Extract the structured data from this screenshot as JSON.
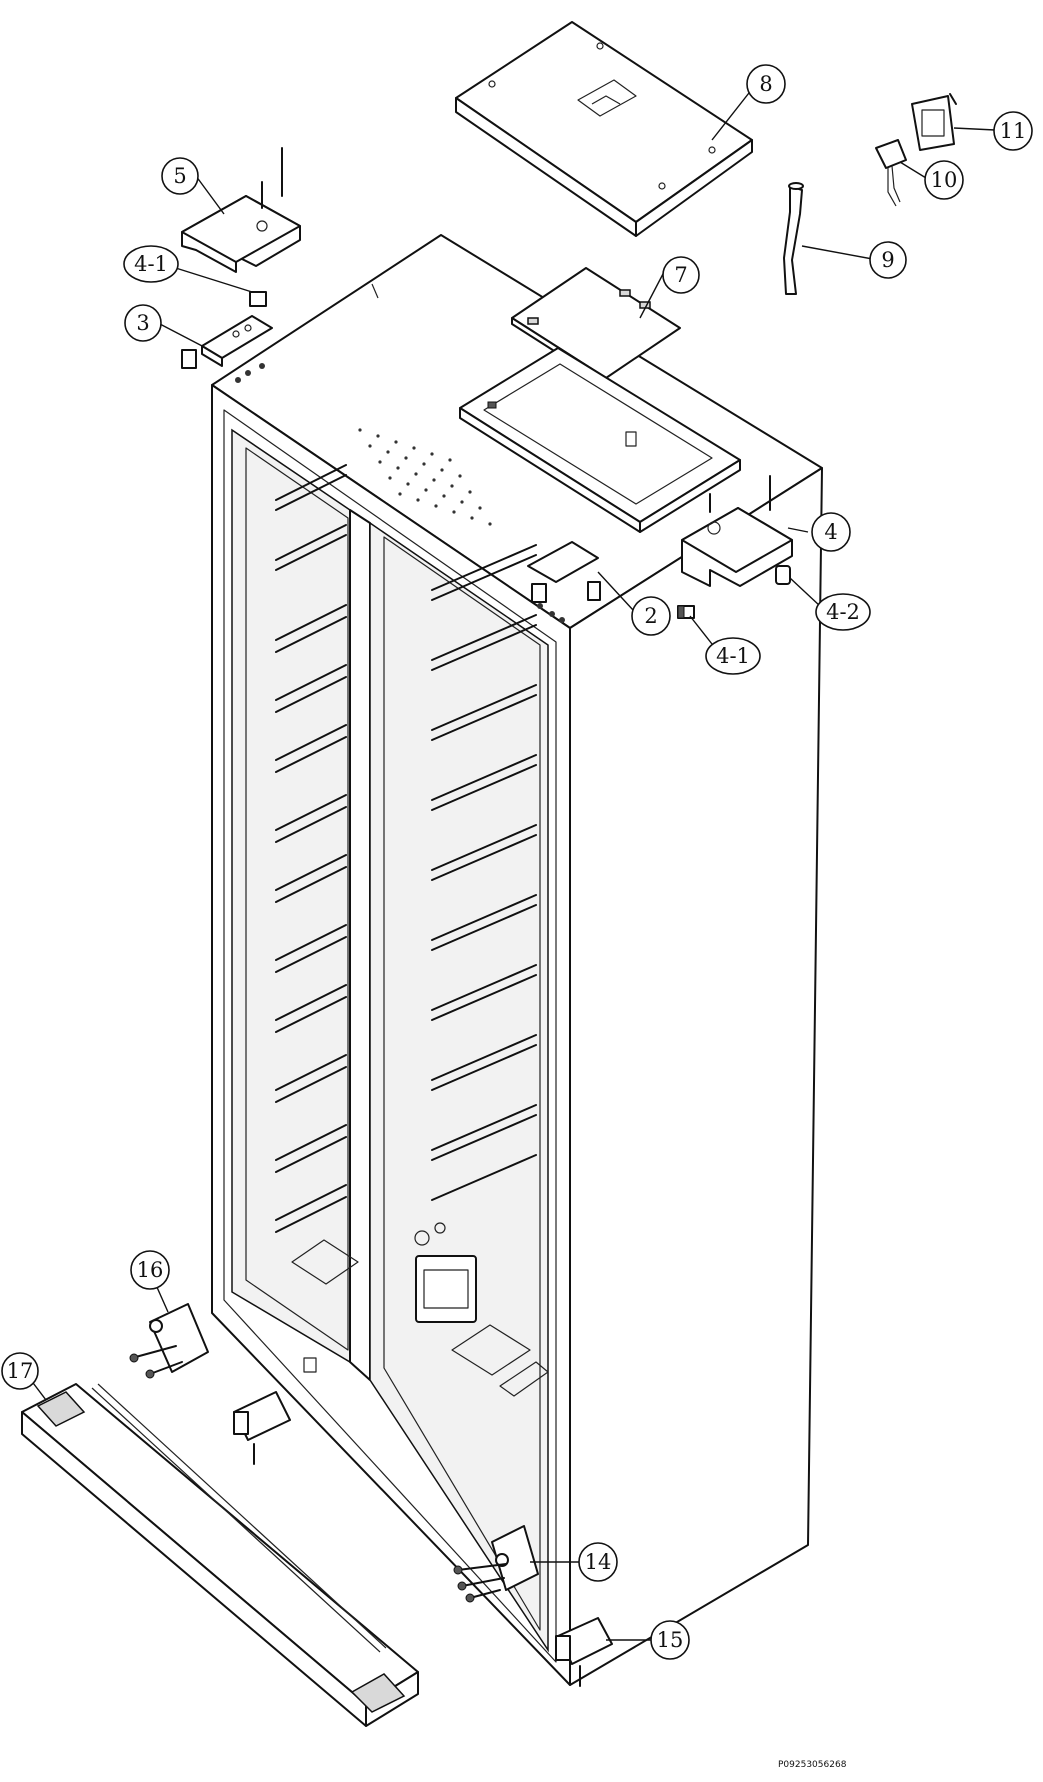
{
  "callouts": [
    {
      "id": "1",
      "label": "2"
    },
    {
      "id": "2",
      "label": "3"
    },
    {
      "id": "3",
      "label": "4"
    },
    {
      "id": "4",
      "label": "4-1"
    },
    {
      "id": "5",
      "label": "4-1"
    },
    {
      "id": "6",
      "label": "4-2"
    },
    {
      "id": "7",
      "label": "5"
    },
    {
      "id": "8",
      "label": "7"
    },
    {
      "id": "9",
      "label": "8"
    },
    {
      "id": "10",
      "label": "9"
    },
    {
      "id": "11",
      "label": "10"
    },
    {
      "id": "12",
      "label": "11"
    },
    {
      "id": "13",
      "label": "14"
    },
    {
      "id": "14",
      "label": "15"
    },
    {
      "id": "15",
      "label": "16"
    },
    {
      "id": "16",
      "label": "17"
    }
  ],
  "drawing_code": "P09253056268"
}
